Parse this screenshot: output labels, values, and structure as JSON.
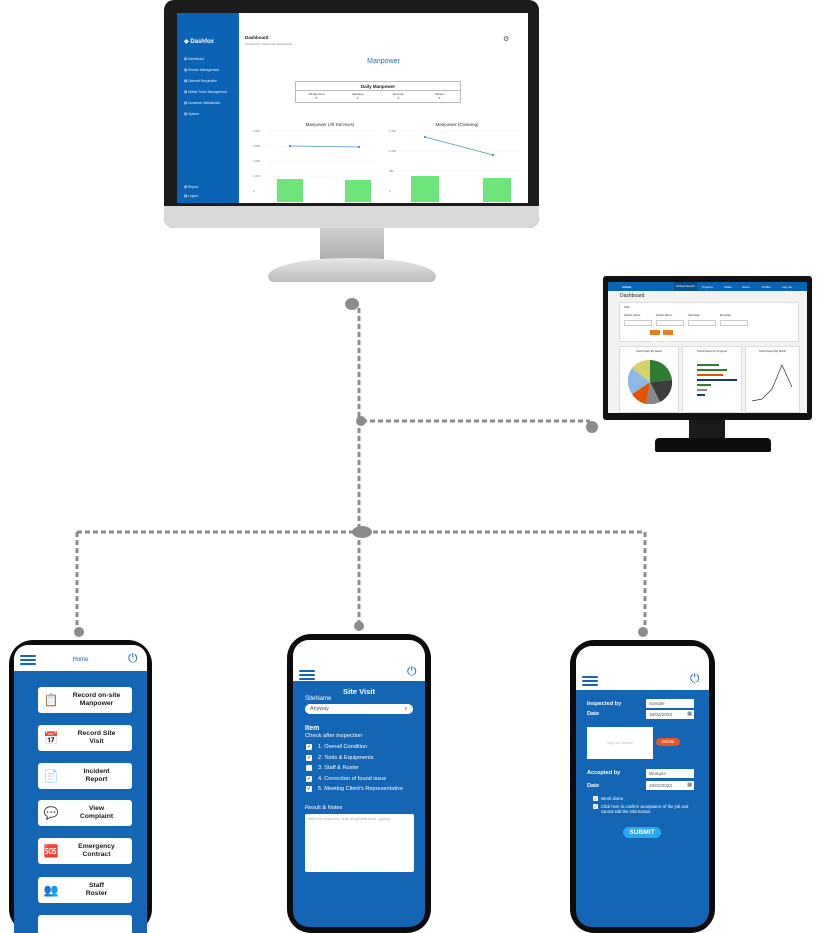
{
  "desktop": {
    "logo": "Dashfox",
    "nav": [
      "Dashboard",
      "Service Management",
      "General Requisition",
      "Mobile Team Management",
      "Customer Satisfaction",
      "System"
    ],
    "nav_bottom": [
      "Report",
      "Logout"
    ],
    "header": "Dashboard",
    "breadcrumb": "Dashboard / Manpower Dashboard",
    "title": "Manpower",
    "daily": {
      "title": "Daily Manpower",
      "headers": [
        "All Services",
        "Cleaning",
        "Security",
        "Others"
      ],
      "values": [
        "0",
        "0",
        "0",
        "0"
      ]
    },
    "charts": [
      {
        "title": "Manpower (All Services)",
        "ticks": [
          "4,000",
          "3,000",
          "2,000",
          "1,000",
          "0"
        ]
      },
      {
        "title": "Manpower (Cleaning)",
        "ticks": [
          "1,500",
          "1,000",
          "500",
          "0"
        ]
      }
    ]
  },
  "small_monitor": {
    "brand": "Admin",
    "menu": [
      "Global Search",
      "Projects",
      "Tasks",
      "Users",
      "Profile",
      "Log out"
    ],
    "title": "Dashboard",
    "filter_label": "Filter",
    "fields": [
      "Project Owner",
      "Project Name",
      "Start Date",
      "End Date"
    ],
    "apply": "Apply",
    "reset": "Reset",
    "panels": [
      "Total Project By Status",
      "Total Projects by Progress",
      "Total Projects By Month"
    ]
  },
  "phone1": {
    "header": "Home",
    "tiles": [
      {
        "label_1": "Record on-site",
        "label_2": "Manpower",
        "icon": "clipboard-icon"
      },
      {
        "label_1": "Record Site",
        "label_2": "Visit",
        "icon": "calendar-icon"
      },
      {
        "label_1": "Incident",
        "label_2": "Report",
        "icon": "report-icon"
      },
      {
        "label_1": "View",
        "label_2": "Complaint",
        "icon": "complaint-icon"
      },
      {
        "label_1": "Emergency",
        "label_2": "Contract",
        "icon": "emergency-icon"
      },
      {
        "label_1": "Staff",
        "label_2": "Roster",
        "icon": "staff-icon"
      }
    ]
  },
  "phone2": {
    "title": "Site Visit",
    "site_label": "SiteName",
    "site_value": "Anyway",
    "item_label": "Item",
    "check_label": "Check after inspection",
    "checks": [
      {
        "label": "1. Overall Condition",
        "checked": true
      },
      {
        "label": "2. Tools & Equipments",
        "checked": true
      },
      {
        "label": "3. Staff & Roster",
        "checked": false
      },
      {
        "label": "4. Correction of found issue",
        "checked": true
      },
      {
        "label": "5. Meeting Client's Representative",
        "checked": true
      }
    ],
    "notes_label": "Result & Notes",
    "notes_placeholder": "Write the Inspection, such as general point - (going)"
  },
  "phone3": {
    "inspected_label": "Inspected by",
    "inspected_value": "Sample",
    "date_label": "Date",
    "date_value": "18/02/2023",
    "signature_placeholder": "Sign on screen",
    "delete": "Delete",
    "accepted_label": "Accepted by",
    "accepted_value": "Wongon",
    "date2_label": "Date",
    "date2_value": "18/02/2023",
    "work_done": "Work done",
    "confirm": "Click here to confirm acceptance of the job and cannot edit the information.",
    "submit": "SUBMIT"
  }
}
